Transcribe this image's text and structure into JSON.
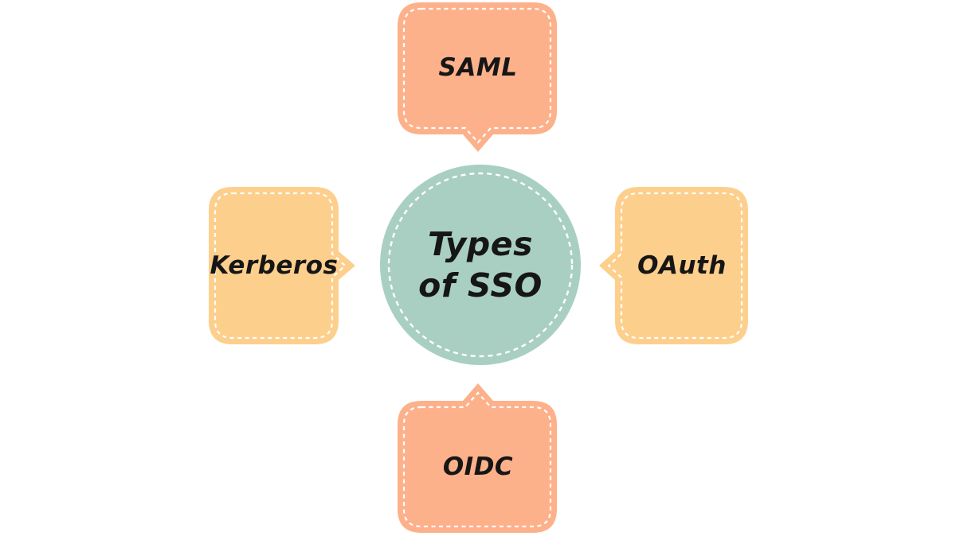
{
  "diagram": {
    "center": {
      "label": "Types of SSO",
      "title_line1": "Types",
      "title_line2": "of SSO"
    },
    "nodes": [
      {
        "label": "SAML",
        "position": "top",
        "tail": "down",
        "color": "#FDB18B"
      },
      {
        "label": "OAuth",
        "position": "right",
        "tail": "left",
        "color": "#FDCF8D"
      },
      {
        "label": "OIDC",
        "position": "bottom",
        "tail": "up",
        "color": "#FDB18B"
      },
      {
        "label": "Kerberos",
        "position": "left",
        "tail": "right",
        "color": "#FDCF8D"
      }
    ],
    "colors": {
      "center": "#A9CFC3",
      "salmon": "#FDB18B",
      "amber": "#FDCF8D",
      "dash": "#FFFFFF",
      "text": "#161616",
      "background": "#FFFFFF"
    }
  }
}
